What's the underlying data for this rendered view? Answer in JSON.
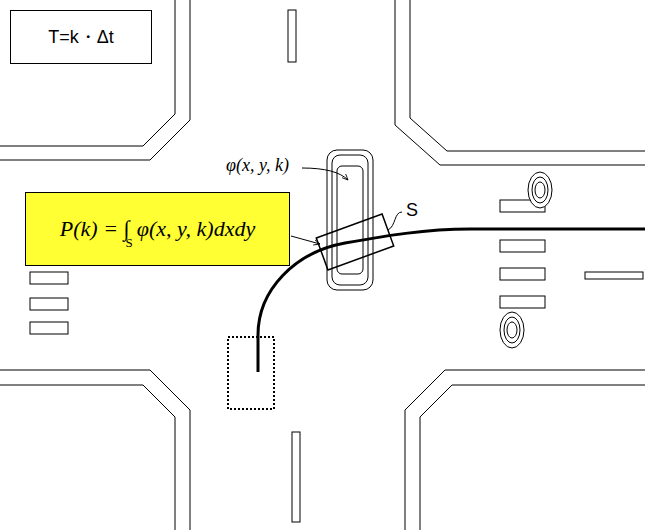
{
  "diagram": {
    "nodes": [
      {
        "text": [
          "T=k・Δt"
        ]
      },
      {
        "text": [
          "P(k) = ∫",
          "S",
          "φ(x, y, k)dxdy"
        ]
      }
    ],
    "labels": [
      "φ(x, y, k)",
      "S"
    ]
  }
}
